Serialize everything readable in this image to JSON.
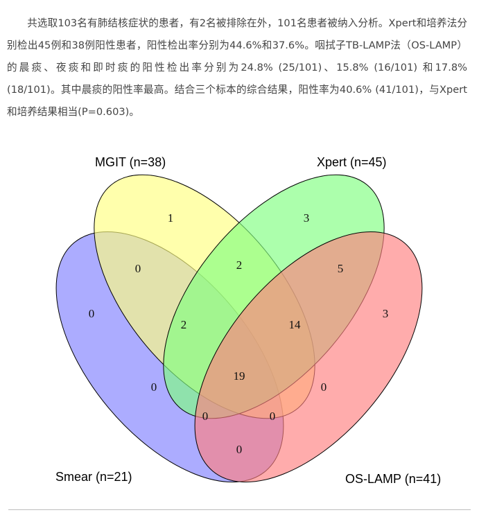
{
  "article": {
    "paragraph": "共选取103名有肺结核症状的患者，有2名被排除在外，101名患者被纳入分析。Xpert和培养法分别检出45例和38例阳性患者，阳性检出率分别为44.6%和37.6%。咽拭子TB-LAMP法（OS-LAMP）的晨痰、夜痰和即时痰的阳性检出率分别为24.8% (25/101)、15.8% (16/101) 和17.8% (18/101)。其中晨痰的阳性率最高。结合三个标本的综合结果，阳性率为40.6% (41/101)，与Xpert和培养结果相当(P=0.603)。"
  },
  "venn": {
    "sets": [
      {
        "key": "smear",
        "label": "Smear (n=21)",
        "color": "#7f7fff"
      },
      {
        "key": "mgit",
        "label": "MGIT (n=38)",
        "color": "#ffff80"
      },
      {
        "key": "xpert",
        "label": "Xpert (n=45)",
        "color": "#80ff80"
      },
      {
        "key": "oslamp",
        "label": "OS-LAMP (n=41)",
        "color": "#ff8080"
      }
    ],
    "regions": [
      {
        "key": "smear_only",
        "value": "0"
      },
      {
        "key": "mgit_only",
        "value": "1"
      },
      {
        "key": "xpert_only",
        "value": "3"
      },
      {
        "key": "oslamp_only",
        "value": "3"
      },
      {
        "key": "smear_mgit",
        "value": "0"
      },
      {
        "key": "mgit_xpert",
        "value": "2"
      },
      {
        "key": "xpert_oslamp",
        "value": "5"
      },
      {
        "key": "smear_mgit_xpert",
        "value": "2"
      },
      {
        "key": "mgit_xpert_oslamp",
        "value": "14"
      },
      {
        "key": "smear_mgit_xpert_oslamp",
        "value": "19"
      },
      {
        "key": "smear_xpert",
        "value": "0"
      },
      {
        "key": "mgit_oslamp",
        "value": "0"
      },
      {
        "key": "smear_xpert_oslamp",
        "value": "0"
      },
      {
        "key": "smear_mgit_oslamp",
        "value": "0"
      },
      {
        "key": "smear_oslamp",
        "value": "0"
      }
    ]
  }
}
